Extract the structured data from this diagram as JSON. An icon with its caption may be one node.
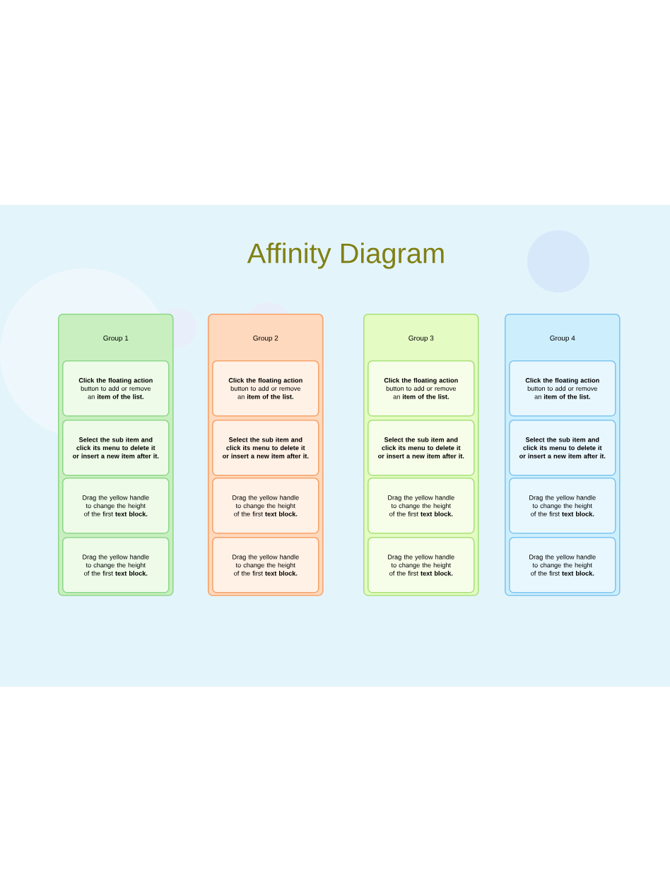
{
  "diagram": {
    "title": "Affinity Diagram",
    "nodes": [
      {
        "text": [
          "Group 1"
        ]
      },
      {
        "text": [
          "**Click the floating action** button to add or remove an **item of the list.**"
        ],
        "in": 0
      },
      {
        "text": [
          "Select the sub item and click its menu to delete it or insert a new item after it."
        ],
        "in": 0
      },
      {
        "text": [
          "Drag the yellow handle to change the height of the first **text block.**"
        ],
        "in": 0
      },
      {
        "text": [
          "Drag the yellow handle to change the height of the first **text block.**"
        ],
        "in": 0
      },
      {
        "text": [
          "Group 2"
        ]
      },
      {
        "text": [
          "**Click the floating action** button to add or remove an **item of the list.**"
        ],
        "in": 5
      },
      {
        "text": [
          "Select the sub item and click its menu to delete it or insert a new item after it."
        ],
        "in": 5
      },
      {
        "text": [
          "Drag the yellow handle to change the height of the first **text block.**"
        ],
        "in": 5
      },
      {
        "text": [
          "Drag the yellow handle to change the height of the first **text block.**"
        ],
        "in": 5
      },
      {
        "text": [
          "Group 3"
        ]
      },
      {
        "text": [
          "**Click the floating action** button to add or remove an **item of the list.**"
        ],
        "in": 10
      },
      {
        "text": [
          "Select the sub item and click its menu to delete it or insert a new item after it."
        ],
        "in": 10
      },
      {
        "text": [
          "Drag the yellow handle to change the height of the first **text block.**"
        ],
        "in": 10
      },
      {
        "text": [
          "Drag the yellow handle to change the height of the first **text block.**"
        ],
        "in": 10
      },
      {
        "text": [
          "Group 4"
        ]
      },
      {
        "text": [
          "**Click the floating action** button to add or remove an **item of the list.**"
        ],
        "in": 15
      },
      {
        "text": [
          "Select the sub item and click its menu to delete it or insert a new item after it."
        ],
        "in": 15
      },
      {
        "text": [
          "Drag the yellow handle to change the height of the first **text block.**"
        ],
        "in": 15
      },
      {
        "text": [
          "Drag the yellow handle to change the height of the first **text block.**"
        ],
        "in": 15
      }
    ]
  }
}
